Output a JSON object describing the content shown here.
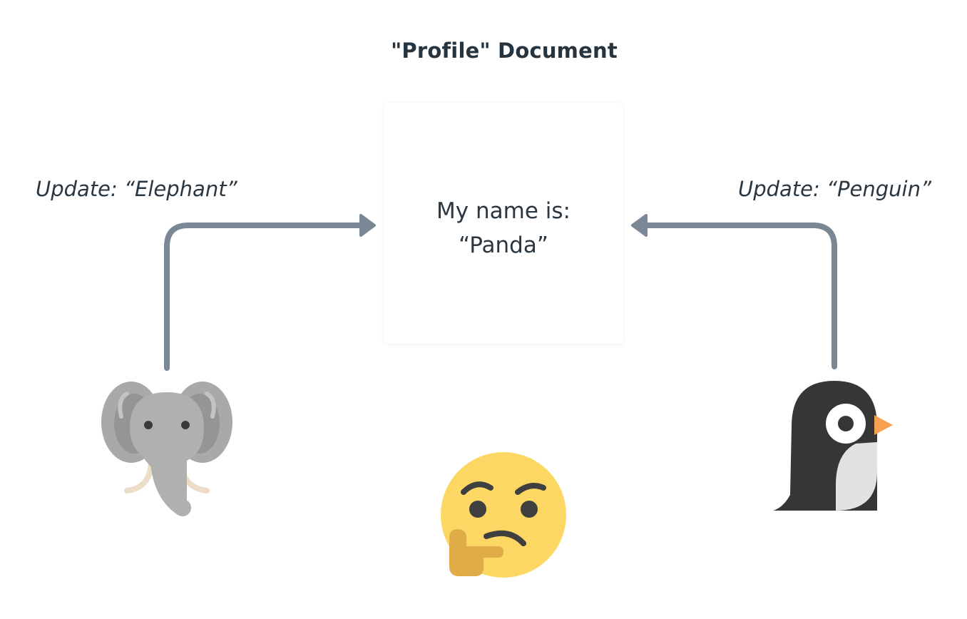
{
  "title": "\"Profile\" Document",
  "document": {
    "line1": "My name is:",
    "line2": "“Panda”"
  },
  "updates": {
    "left": "Update: “Elephant”",
    "right": "Update: “Penguin”"
  },
  "icons": {
    "left": "elephant-icon",
    "center": "thinking-face-icon",
    "right": "penguin-icon"
  },
  "colors": {
    "arrow": "#7a8895",
    "text": "#2a3640",
    "elephant": "#b0b0b0",
    "elephant_ear_inner": "#959595",
    "tusk": "#ecdcc8",
    "face": "#fdd764",
    "hand": "#e0ac47",
    "penguin_body": "#363636",
    "penguin_belly": "#e2e2e2",
    "beak": "#f8a052"
  }
}
